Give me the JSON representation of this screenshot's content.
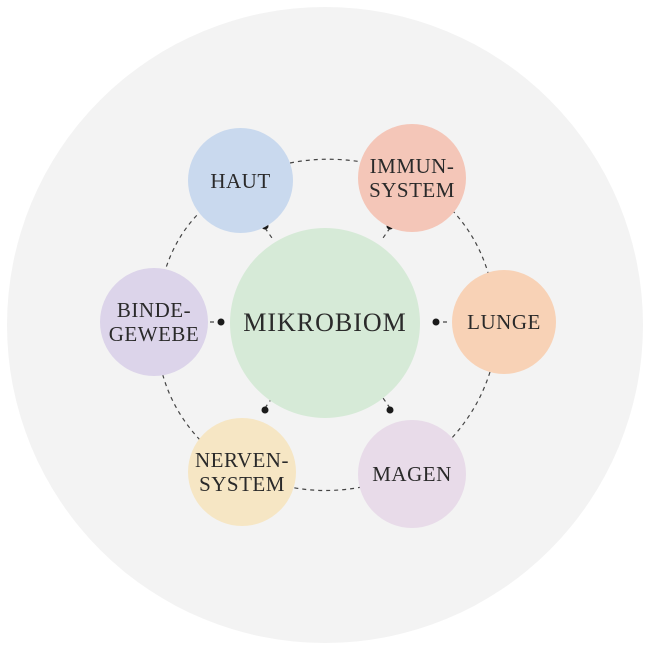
{
  "diagram": {
    "center": {
      "label": "MIKROBIOM",
      "color": "#d6ead7"
    },
    "nodes": [
      {
        "id": "haut",
        "label": "HAUT",
        "color": "#c9d9ee"
      },
      {
        "id": "immunsystem",
        "label": "IMMUN-\nSYSTEM",
        "color": "#f4c6b8"
      },
      {
        "id": "lunge",
        "label": "LUNGE",
        "color": "#f8d2b6"
      },
      {
        "id": "magen",
        "label": "MAGEN",
        "color": "#e8dbe9"
      },
      {
        "id": "nervensystem",
        "label": "NERVEN-\nSYSTEM",
        "color": "#f6e6c4"
      },
      {
        "id": "bindegewebe",
        "label": "BINDE-\nGEWEBE",
        "color": "#dcd4ea"
      }
    ],
    "background_color": "#f3f3f3"
  }
}
